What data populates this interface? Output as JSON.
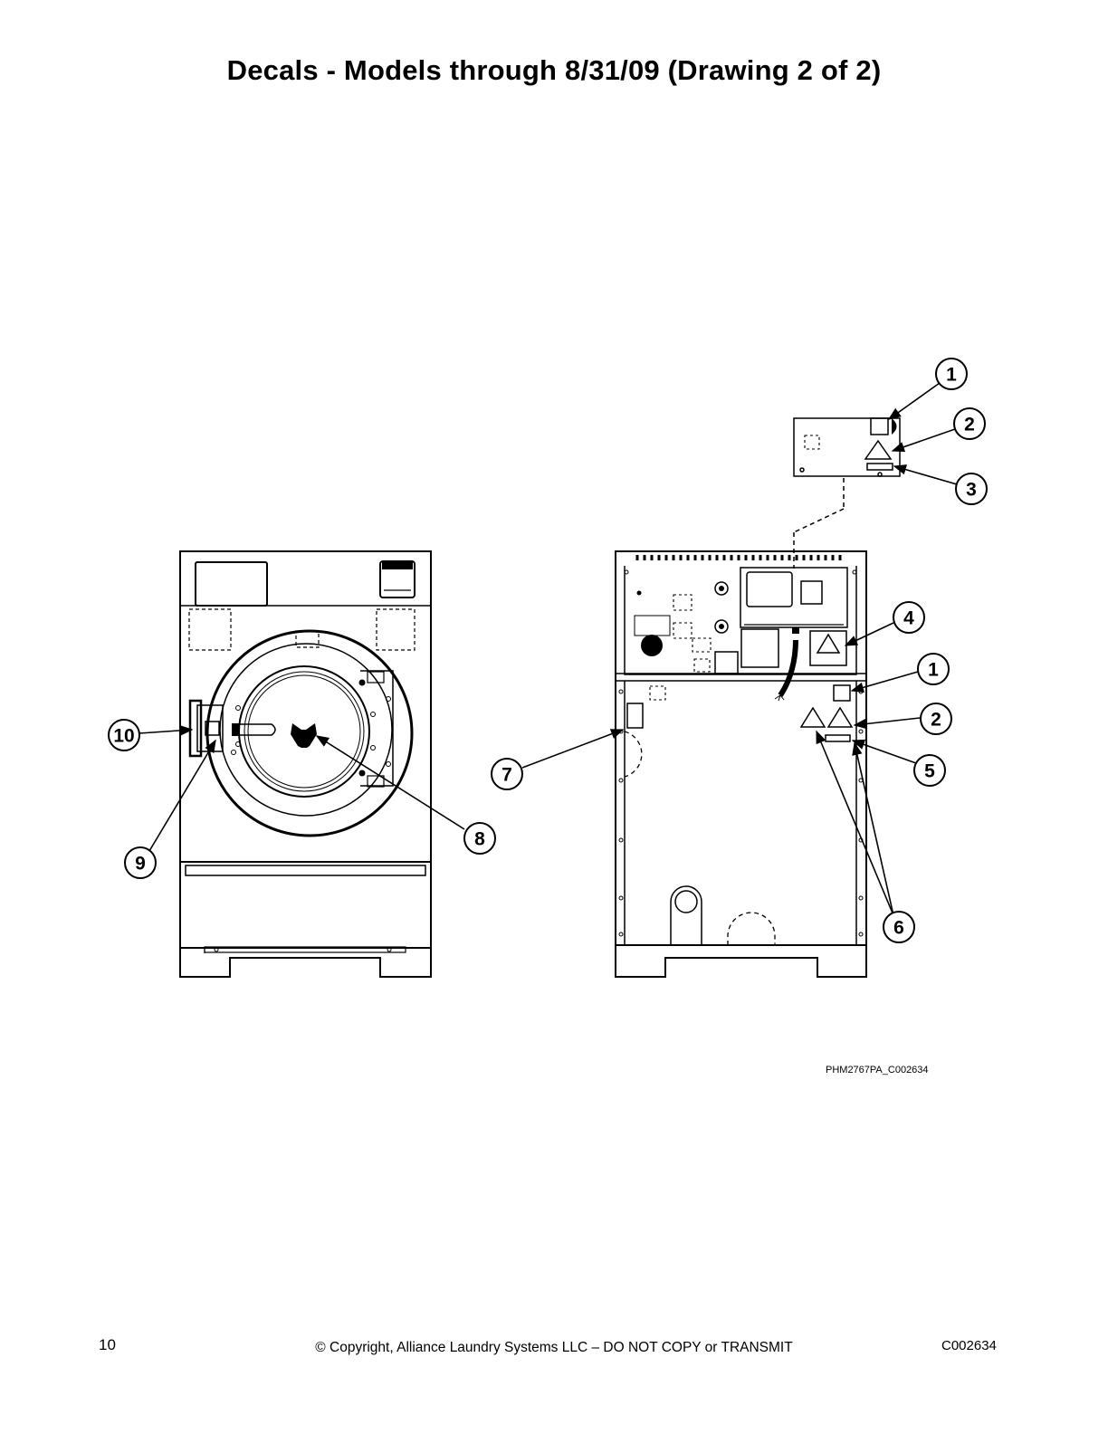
{
  "page": {
    "title": "Decals - Models through 8/31/09 (Drawing 2 of 2)",
    "figure_id": "PHM2767PA_C002634",
    "page_number": "10",
    "copyright": "© Copyright, Alliance Laundry Systems LLC – DO NOT COPY or TRANSMIT",
    "document_code": "C002634"
  },
  "callouts": [
    {
      "id": "c1-top",
      "label": "1"
    },
    {
      "id": "c2-top",
      "label": "2"
    },
    {
      "id": "c3",
      "label": "3"
    },
    {
      "id": "c4",
      "label": "4"
    },
    {
      "id": "c1-rear",
      "label": "1"
    },
    {
      "id": "c2-rear",
      "label": "2"
    },
    {
      "id": "c5",
      "label": "5"
    },
    {
      "id": "c6",
      "label": "6"
    },
    {
      "id": "c7",
      "label": "7"
    },
    {
      "id": "c8",
      "label": "8"
    },
    {
      "id": "c9",
      "label": "9"
    },
    {
      "id": "c10",
      "label": "10"
    }
  ]
}
